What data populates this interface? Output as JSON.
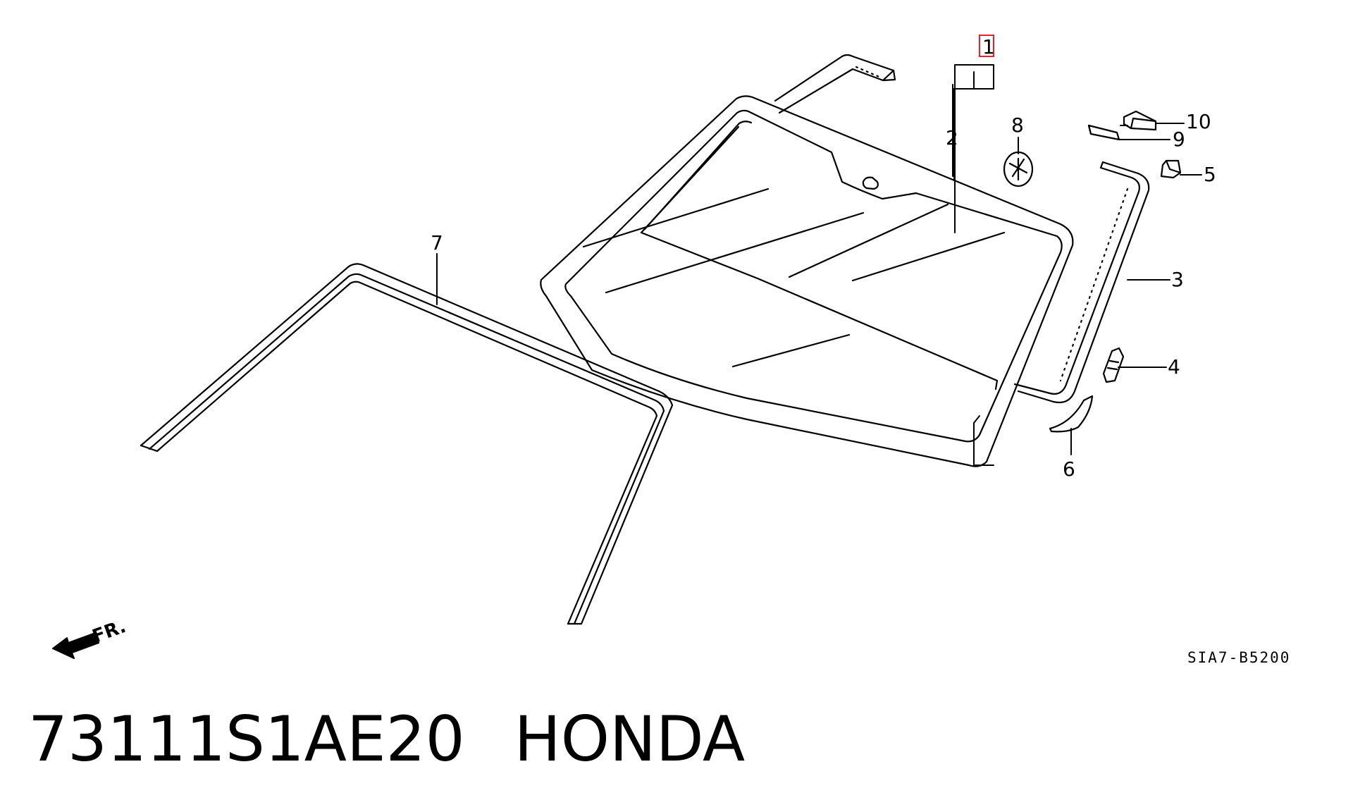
{
  "callouts": {
    "p1": "1",
    "p2": "2",
    "p3": "3",
    "p4": "4",
    "p5": "5",
    "p6": "6",
    "p7": "7",
    "p8": "8",
    "p9": "9",
    "p10": "10"
  },
  "direction_label": "FR.",
  "diagram_code": "SIA7-B5200",
  "caption": {
    "part_number": "73111S1AE20",
    "brand": "HONDA"
  },
  "colors": {
    "line": "#000000",
    "highlight_box": "#e8202a",
    "background": "#ffffff"
  }
}
